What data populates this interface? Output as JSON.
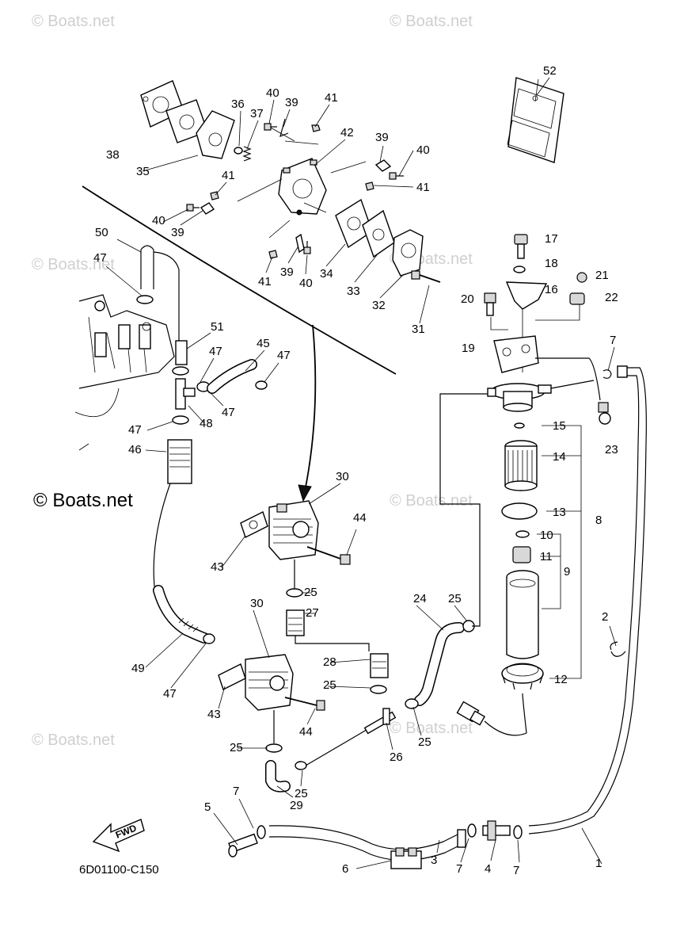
{
  "watermark_text": "© Boats.net",
  "copyright_text": "© Boats.net",
  "diagram_code": "6D01100-C150",
  "fwd_label": "FWD",
  "callouts": [
    {
      "id": "1",
      "text": "1"
    },
    {
      "id": "2",
      "text": "2"
    },
    {
      "id": "3",
      "text": "3"
    },
    {
      "id": "4",
      "text": "4"
    },
    {
      "id": "5",
      "text": "5"
    },
    {
      "id": "6",
      "text": "6"
    },
    {
      "id": "7a",
      "text": "7"
    },
    {
      "id": "7b",
      "text": "7"
    },
    {
      "id": "7c",
      "text": "7"
    },
    {
      "id": "7d",
      "text": "7"
    },
    {
      "id": "8",
      "text": "8"
    },
    {
      "id": "9",
      "text": "9"
    },
    {
      "id": "10",
      "text": "10"
    },
    {
      "id": "11",
      "text": "11"
    },
    {
      "id": "12",
      "text": "12"
    },
    {
      "id": "13",
      "text": "13"
    },
    {
      "id": "14",
      "text": "14"
    },
    {
      "id": "15",
      "text": "15"
    },
    {
      "id": "16",
      "text": "16"
    },
    {
      "id": "17",
      "text": "17"
    },
    {
      "id": "18",
      "text": "18"
    },
    {
      "id": "19",
      "text": "19"
    },
    {
      "id": "20",
      "text": "20"
    },
    {
      "id": "21",
      "text": "21"
    },
    {
      "id": "22",
      "text": "22"
    },
    {
      "id": "23",
      "text": "23"
    },
    {
      "id": "24",
      "text": "24"
    },
    {
      "id": "25a",
      "text": "25"
    },
    {
      "id": "25b",
      "text": "25"
    },
    {
      "id": "25c",
      "text": "25"
    },
    {
      "id": "25d",
      "text": "25"
    },
    {
      "id": "25e",
      "text": "25"
    },
    {
      "id": "25f",
      "text": "25"
    },
    {
      "id": "26",
      "text": "26"
    },
    {
      "id": "27",
      "text": "27"
    },
    {
      "id": "28",
      "text": "28"
    },
    {
      "id": "29",
      "text": "29"
    },
    {
      "id": "30a",
      "text": "30"
    },
    {
      "id": "30b",
      "text": "30"
    },
    {
      "id": "31",
      "text": "31"
    },
    {
      "id": "32",
      "text": "32"
    },
    {
      "id": "33",
      "text": "33"
    },
    {
      "id": "34",
      "text": "34"
    },
    {
      "id": "35",
      "text": "35"
    },
    {
      "id": "36",
      "text": "36"
    },
    {
      "id": "37",
      "text": "37"
    },
    {
      "id": "38",
      "text": "38"
    },
    {
      "id": "39a",
      "text": "39"
    },
    {
      "id": "39b",
      "text": "39"
    },
    {
      "id": "39c",
      "text": "39"
    },
    {
      "id": "39d",
      "text": "39"
    },
    {
      "id": "40a",
      "text": "40"
    },
    {
      "id": "40b",
      "text": "40"
    },
    {
      "id": "40c",
      "text": "40"
    },
    {
      "id": "40d",
      "text": "40"
    },
    {
      "id": "41a",
      "text": "41"
    },
    {
      "id": "41b",
      "text": "41"
    },
    {
      "id": "41c",
      "text": "41"
    },
    {
      "id": "41d",
      "text": "41"
    },
    {
      "id": "42",
      "text": "42"
    },
    {
      "id": "43a",
      "text": "43"
    },
    {
      "id": "43b",
      "text": "43"
    },
    {
      "id": "44a",
      "text": "44"
    },
    {
      "id": "44b",
      "text": "44"
    },
    {
      "id": "45",
      "text": "45"
    },
    {
      "id": "46",
      "text": "46"
    },
    {
      "id": "47a",
      "text": "47"
    },
    {
      "id": "47b",
      "text": "47"
    },
    {
      "id": "47c",
      "text": "47"
    },
    {
      "id": "47d",
      "text": "47"
    },
    {
      "id": "47e",
      "text": "47"
    },
    {
      "id": "47f",
      "text": "47"
    },
    {
      "id": "48",
      "text": "48"
    },
    {
      "id": "49",
      "text": "49"
    },
    {
      "id": "50",
      "text": "50"
    },
    {
      "id": "51",
      "text": "51"
    },
    {
      "id": "52",
      "text": "52"
    }
  ]
}
